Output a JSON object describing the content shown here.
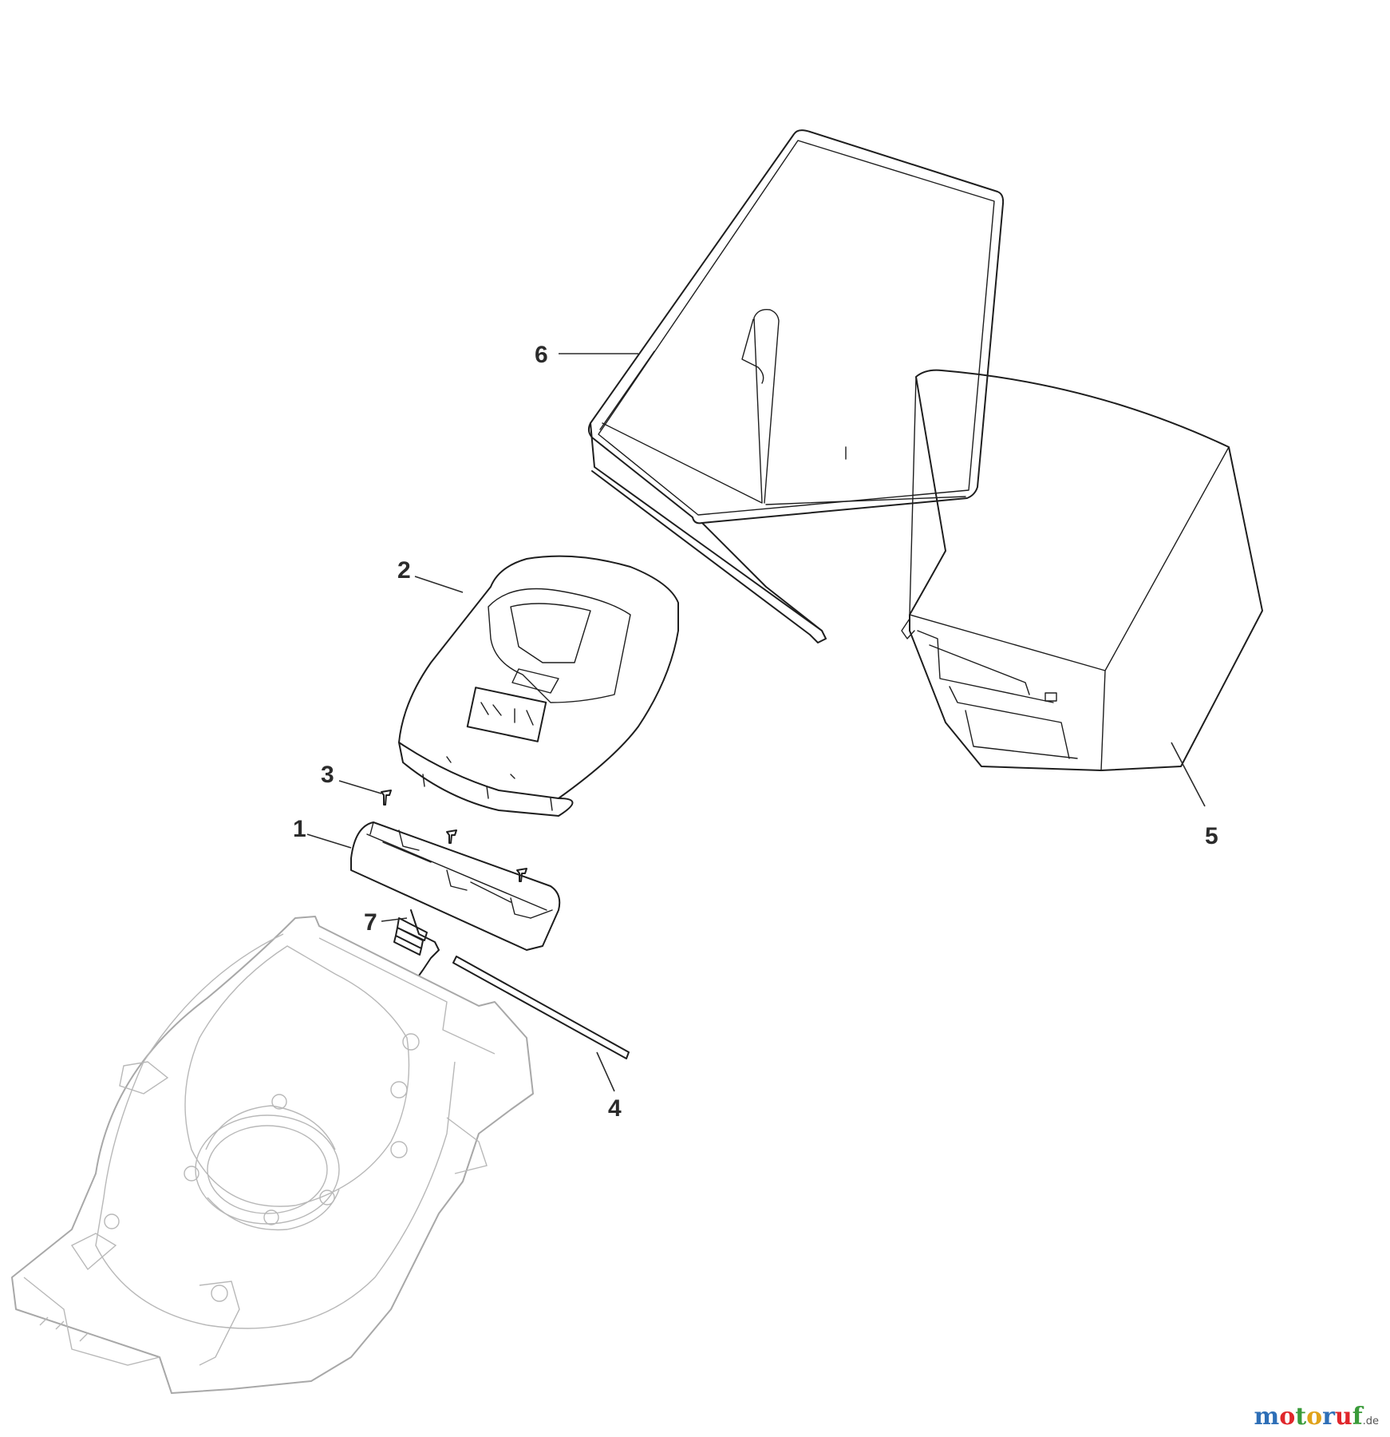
{
  "callouts": {
    "c1": "1",
    "c2": "2",
    "c3": "3",
    "c4": "4",
    "c5": "5",
    "c6": "6",
    "c7": "7"
  },
  "watermark": {
    "text": "motoruf",
    "suffix": ".de",
    "letters": [
      {
        "ch": "m",
        "color": "#2e6fb7"
      },
      {
        "ch": "o",
        "color": "#e0262b"
      },
      {
        "ch": "t",
        "color": "#3a9b3a"
      },
      {
        "ch": "o",
        "color": "#e0a21a"
      },
      {
        "ch": "r",
        "color": "#2e6fb7"
      },
      {
        "ch": "u",
        "color": "#e0262b"
      },
      {
        "ch": "f",
        "color": "#3a9b3a"
      }
    ]
  }
}
